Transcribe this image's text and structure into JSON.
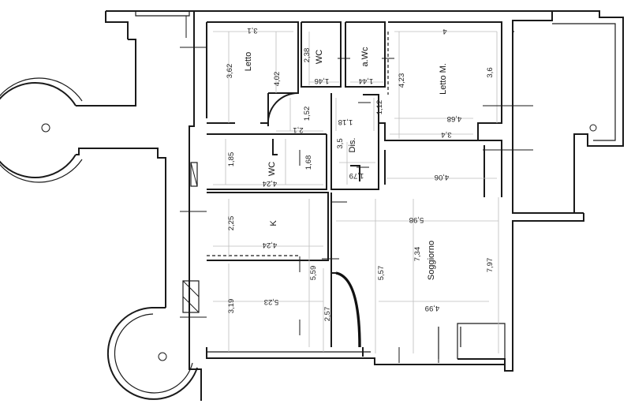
{
  "rooms": {
    "letto": "Letto",
    "wc_top": "WC",
    "a_wc": "a.Wc",
    "letto_m": "Letto M.",
    "dis": "Dis.",
    "wc_mid": "WC",
    "k": "K",
    "soggiorno": "Soggiorno"
  },
  "dims": {
    "letto_w": "3,1",
    "letto_h": "3,62",
    "letto_h2": "4,02",
    "wc_h": "2,38",
    "wc_w": "1,46",
    "awc_w": "1,44",
    "lettom_w": "4",
    "lettom_h": "4,23",
    "lettom_h2": "3,6",
    "lettom_w2": "4,68",
    "lettom_w3": "3,4",
    "d152": "1,52",
    "d21": "2,1",
    "d118": "1,18",
    "d112": "1,12",
    "d35": "3,5",
    "wc2_h": "1,85",
    "wc2_h2": "1,68",
    "wc2_w": "4,24",
    "dis_w": "1,79",
    "sogg_w1": "4,06",
    "k_h": "2,25",
    "k_w": "4,24",
    "k_h2": "5,59",
    "sogg_w2": "5,98",
    "sogg_h1": "7,34",
    "sogg_h2": "7,97",
    "sogg_h3": "5,57",
    "bot_h": "3,19",
    "bot_w": "5,23",
    "d257": "2,57",
    "sogg_w3": "4,99"
  }
}
